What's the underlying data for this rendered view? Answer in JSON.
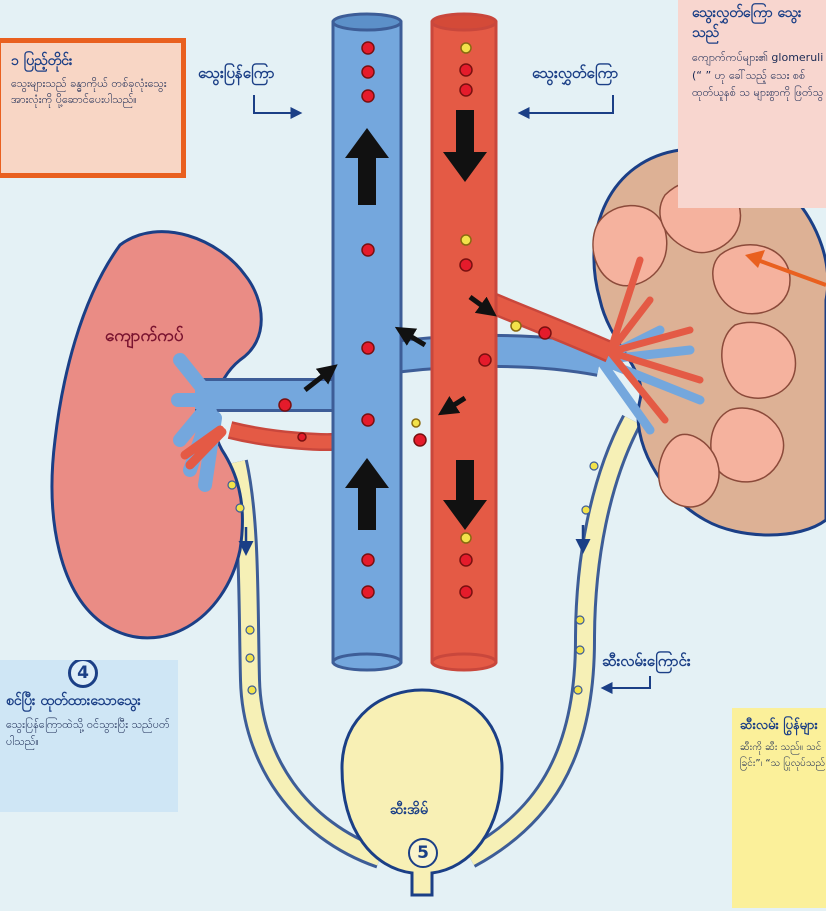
{
  "colors": {
    "background": "#e4f1f5",
    "vein": "#74a7dd",
    "artery": "#e45a45",
    "kidney_left": "#ea8c85",
    "kidney_right_cortex": "#ddb195",
    "ureter": "#f6f0b6",
    "red_cell": "#e51b2b",
    "yellow_cell": "#f2e24a",
    "box_step1": "#f8d6c5",
    "box_step2": "#f8d6cf",
    "box_step4": "#cfe6f5",
    "box_step6": "#fbf09a",
    "accent_orange": "#e9601f"
  },
  "labels": {
    "vein": "သွေးပြန်ကြော",
    "artery": "သွေးလွှတ်ကြော",
    "kidney": "ကျောက်ကပ်",
    "ureter": "ဆီးလမ်းကြောင်း",
    "bladder": "ဆီးအိမ်",
    "bladder_number": "5"
  },
  "boxes": {
    "step1": {
      "title": "၁ ပြည့်တိုင်း",
      "body": "သွေးများသည် ခန္ဓာကိုယ် တစ်ခုလုံးသွေးအားလုံးကို ပို့ဆောင်ပေးပါသည်။"
    },
    "step2": {
      "title": "သွေးလွှတ်ကြော သွေးသည်",
      "body": "ကျောက်ကပ်များ၏ glomeruli (“ ” ဟု ခေါ်သည့် သေး စစ်ထုတ်ယူနစ် သ များစွာကို ဖြတ်သွ"
    },
    "step4": {
      "number": "4",
      "title": "စင်ပြီး ထုတ်ထားသောသွေး",
      "body": "သွေးပြန်ကြောထဲသို့ ဝင်သွားပြီး သည်ပတ်ပါသည်။"
    },
    "step6": {
      "title": "ဆီးလမ်း ပြွန်များ",
      "body": "ဆီးကို ဆီး သည်။ သင် ခြင်း”၊ “သ ပြုလုပ်သည်"
    }
  },
  "icons": [
    "up-arrow-icon",
    "down-arrow-icon",
    "pointer-arrow-icon"
  ]
}
